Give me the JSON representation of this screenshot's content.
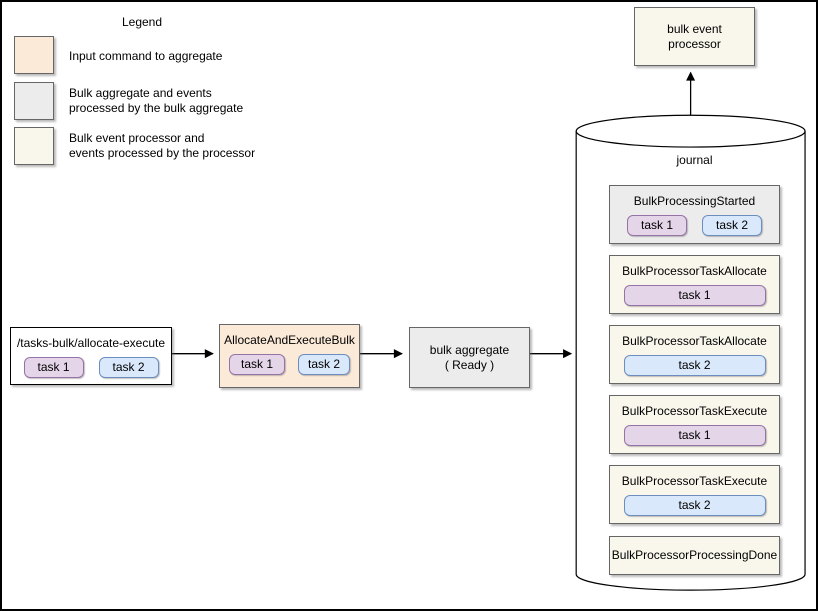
{
  "colors": {
    "input-fill": "#fcead9",
    "aggregate-fill": "#ececed",
    "processor-fill": "#f9f6ec",
    "task1-fill": "#e5d5e9",
    "task1-border": "#9673a6",
    "task2-fill": "#dae8fc",
    "task2-border": "#6c8ebf"
  },
  "legend": {
    "title": "Legend",
    "items": [
      {
        "label": "Input command to aggregate"
      },
      {
        "label": "Bulk aggregate and events\nprocessed by the bulk aggregate"
      },
      {
        "label": "Bulk event processor and\nevents processed by the processor"
      }
    ]
  },
  "flow": {
    "http_command": {
      "label": "/tasks-bulk/allocate-execute",
      "tasks": [
        "task 1",
        "task 2"
      ]
    },
    "command": {
      "label": "AllocateAndExecuteBulk",
      "tasks": [
        "task 1",
        "task 2"
      ]
    },
    "aggregate": {
      "label": "bulk aggregate\n( Ready )"
    }
  },
  "processor": {
    "label": "bulk event\nprocessor"
  },
  "journal": {
    "title": "journal",
    "entries": [
      {
        "label": "BulkProcessingStarted",
        "tasks": [
          "task 1",
          "task 2"
        ]
      },
      {
        "label": "BulkProcessorTaskAllocate",
        "task": "task 1"
      },
      {
        "label": "BulkProcessorTaskAllocate",
        "task": "task 2"
      },
      {
        "label": "BulkProcessorTaskExecute",
        "task": "task 1"
      },
      {
        "label": "BulkProcessorTaskExecute",
        "task": "task 2"
      },
      {
        "label": "BulkProcessorProcessingDone"
      }
    ]
  }
}
